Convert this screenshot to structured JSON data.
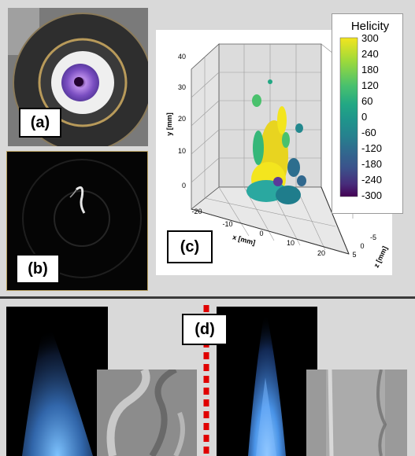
{
  "panels": {
    "a": {
      "label": "(a)"
    },
    "b": {
      "label": "(b)"
    },
    "c": {
      "label": "(c)"
    },
    "d": {
      "label": "(d)"
    }
  },
  "plot": {
    "y_axis_label": "y [mm]",
    "x_axis_label": "x [mm]",
    "z_axis_label": "z [mm]",
    "y_ticks": [
      "40",
      "30",
      "20",
      "10",
      "0"
    ],
    "x_ticks": [
      "-20",
      "-10",
      "0",
      "10",
      "20"
    ],
    "z_ticks": [
      "5",
      "0",
      "-5"
    ]
  },
  "colorbar": {
    "title": "Helicity",
    "ticks": [
      "300",
      "240",
      "180",
      "120",
      "60",
      "0",
      "-60",
      "-120",
      "-180",
      "-240",
      "-300"
    ],
    "colors_top_to_bottom": [
      "#f3e51e",
      "#9bd93c",
      "#4ac16d",
      "#22a884",
      "#1f948c",
      "#26818e",
      "#31688e",
      "#3b528b",
      "#472d7b",
      "#440154"
    ]
  },
  "colors": {
    "background": "#d9d9d9",
    "divider": "#3a3a3a",
    "dashed_divider": "#e00000",
    "flame_blue": "#5aa8ff"
  }
}
